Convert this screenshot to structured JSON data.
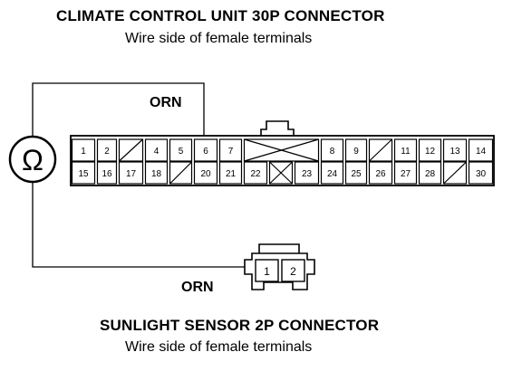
{
  "headings": {
    "climate_title": "CLIMATE CONTROL UNIT 30P CONNECTOR",
    "climate_subtitle": "Wire side of female terminals",
    "sensor_title": "SUNLIGHT SENSOR 2P CONNECTOR",
    "sensor_subtitle": "Wire side of female terminals"
  },
  "wire_labels": {
    "top": "ORN",
    "bottom": "ORN"
  },
  "meter": {
    "symbol": "Ω"
  },
  "climate_connector": {
    "top_row": [
      "1",
      "2",
      "",
      "4",
      "5",
      "6",
      "7",
      "",
      "",
      "",
      "8",
      "9",
      "",
      "11",
      "12",
      "13",
      "14"
    ],
    "bottom_row": [
      "15",
      "16",
      "17",
      "18",
      "",
      "20",
      "21",
      "22",
      "",
      "23",
      "24",
      "25",
      "26",
      "27",
      "28",
      "",
      "30"
    ]
  },
  "sensor_connector": {
    "pins": [
      "1",
      "2"
    ]
  }
}
